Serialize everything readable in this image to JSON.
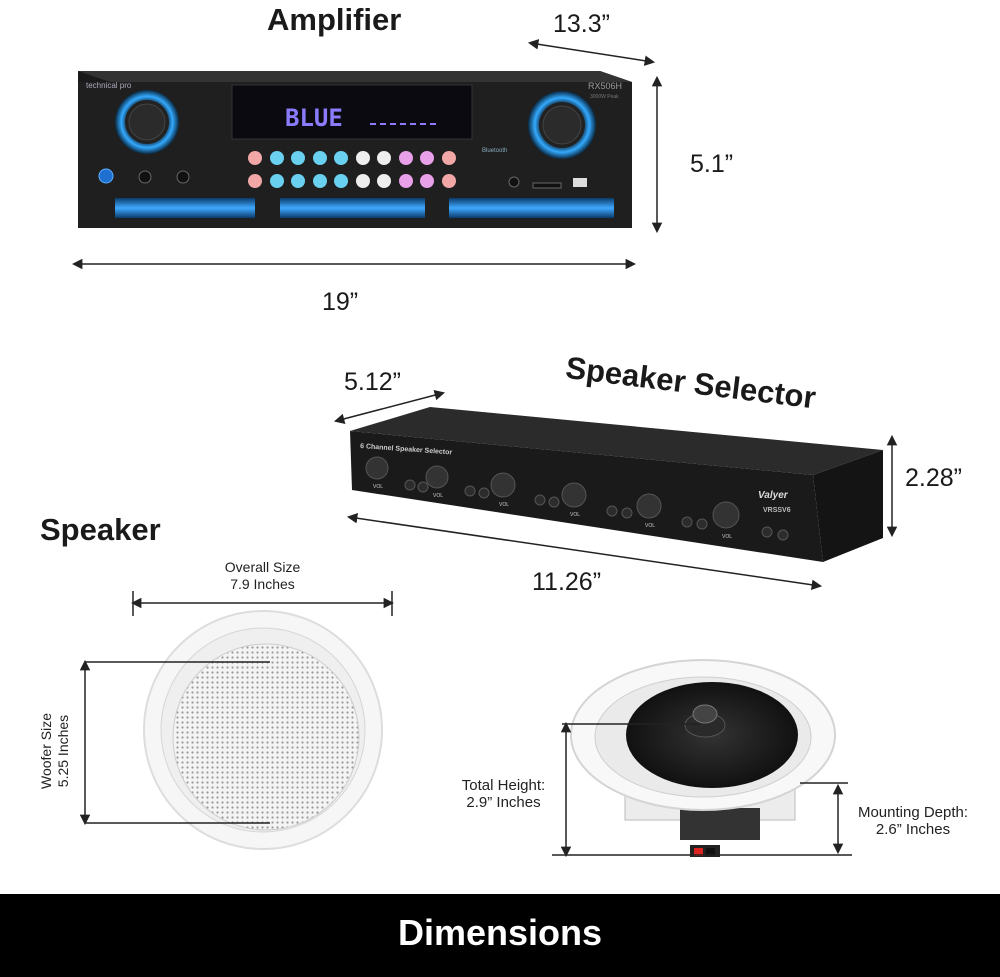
{
  "amplifier": {
    "title": "Amplifier",
    "brand": "technical pro",
    "model": "RX506H",
    "model_sub": "3000W Peak",
    "display_text": "BLUE",
    "bluetooth_label": "Bluetooth",
    "width": "19”",
    "depth": "13.3”",
    "height": "5.1”",
    "knob_glow_color": "#33aaff"
  },
  "speaker_selector": {
    "title": "Speaker Selector",
    "panel_label": "6 Channel Speaker Selector",
    "brand": "Valyer",
    "model": "VRSSV6",
    "channel_labels": [
      "VOL",
      "VOL",
      "VOL",
      "VOL",
      "VOL",
      "VOL"
    ],
    "depth": "5.12”",
    "height": "2.28”",
    "width": "11.26”"
  },
  "speaker": {
    "title": "Speaker",
    "overall_size_label": "Overall Size",
    "overall_size_value": "7.9 Inches",
    "woofer_size_label": "Woofer Size",
    "woofer_size_value": "5.25 Inches",
    "total_height_label": "Total Height:",
    "total_height_value": "2.9” Inches",
    "mounting_depth_label": "Mounting Depth:",
    "mounting_depth_value": "2.6” Inches"
  },
  "footer": {
    "label": "Dimensions"
  }
}
